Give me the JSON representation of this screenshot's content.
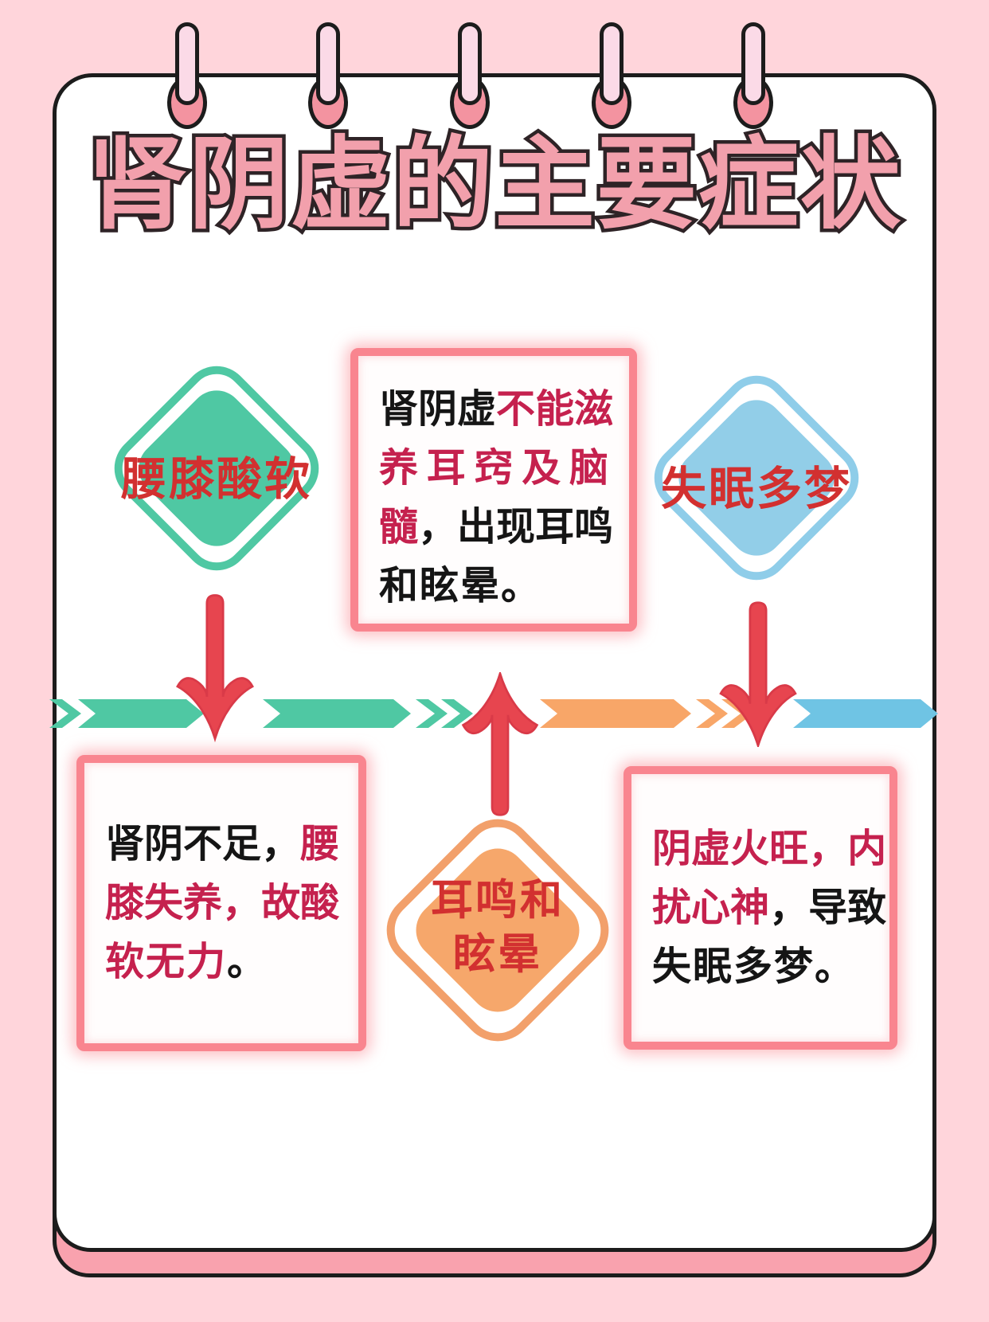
{
  "title": "肾阴虚的主要症状",
  "colors": {
    "black": "#151515",
    "crimson": "#c5214e",
    "diamond_text_red": "#d23030",
    "title_pink": "#f2a0ac",
    "title_outline": "#2e2326",
    "teal": "#4fc8a3",
    "band_orange": "#f8a668",
    "band_blue": "#6fc4e4",
    "diamond_blue": "#92cee8",
    "diamond_orange": "#f6a76b",
    "arrow_red": "#e7454f",
    "box_border_pink": "#f9858f",
    "background_pink": "#ffd5db",
    "page_white": "#ffffff",
    "back_page_pink": "#f9a2ae",
    "pin_light_pink": "#fbdae7",
    "pin_dark_pink": "#f393a0",
    "ink_outline": "#1c1c1c"
  },
  "diamonds": {
    "green": {
      "label": "腰膝酸软"
    },
    "blue": {
      "label": "失眠多梦"
    },
    "orange": {
      "label_line1": "耳鸣和",
      "label_line2": "眩晕"
    }
  },
  "boxes": {
    "top_center": {
      "lines": [
        {
          "spread": true,
          "segs": [
            {
              "t": "肾阴虚",
              "c": "black"
            },
            {
              "t": "不能滋",
              "c": "crimson"
            }
          ]
        },
        {
          "spread": true,
          "segs": [
            {
              "t": "养耳窍及脑",
              "c": "crimson"
            }
          ]
        },
        {
          "spread": true,
          "segs": [
            {
              "t": "髓",
              "c": "crimson"
            },
            {
              "t": "，出现耳鸣",
              "c": "black"
            }
          ]
        },
        {
          "spread": false,
          "segs": [
            {
              "t": "和眩晕。",
              "c": "black"
            }
          ]
        }
      ]
    },
    "bottom_left": {
      "lines": [
        {
          "spread": true,
          "segs": [
            {
              "t": "肾阴不足，",
              "c": "black"
            },
            {
              "t": "腰",
              "c": "crimson"
            }
          ]
        },
        {
          "spread": true,
          "segs": [
            {
              "t": "膝失养，故酸",
              "c": "crimson"
            }
          ]
        },
        {
          "spread": false,
          "segs": [
            {
              "t": "软无力",
              "c": "crimson"
            },
            {
              "t": "。",
              "c": "black"
            }
          ]
        }
      ]
    },
    "bottom_right": {
      "lines": [
        {
          "spread": true,
          "segs": [
            {
              "t": "阴虚火旺，内",
              "c": "crimson"
            }
          ]
        },
        {
          "spread": true,
          "segs": [
            {
              "t": "扰心神",
              "c": "crimson"
            },
            {
              "t": "，导致",
              "c": "black"
            }
          ]
        },
        {
          "spread": false,
          "segs": [
            {
              "t": "失眠多梦。",
              "c": "black"
            }
          ]
        }
      ]
    }
  },
  "flow_band": {
    "segment_colors": [
      "#4fc8a3",
      "#f8a668",
      "#6fc4e4"
    ],
    "direction": "left-to-right"
  }
}
